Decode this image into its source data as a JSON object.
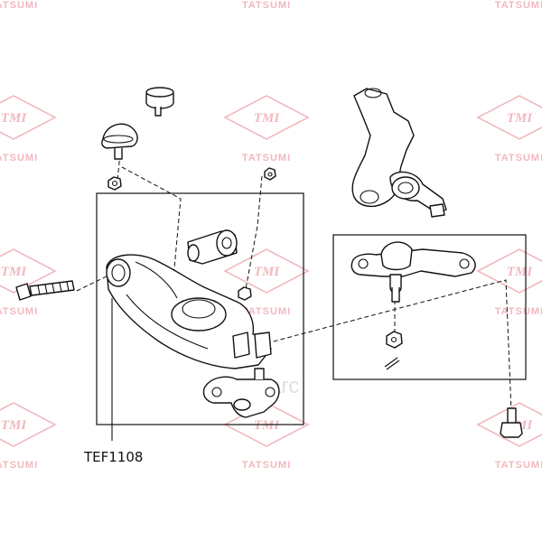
{
  "watermark": {
    "brand_text": "TATSUMI",
    "logo_text": "TMI",
    "color": "#f1b8be"
  },
  "center_watermark": {
    "text": "oeparc",
    "color": "#e0e0e0"
  },
  "diagram": {
    "part_number_label": "TEF1108",
    "highlighted_part": "lower control arm",
    "parts": [
      "bump-stop",
      "ball-joint-boot",
      "nut",
      "bushing",
      "lower-control-arm",
      "bolt",
      "steering-knuckle",
      "ball-joint",
      "cotter-pin"
    ]
  }
}
